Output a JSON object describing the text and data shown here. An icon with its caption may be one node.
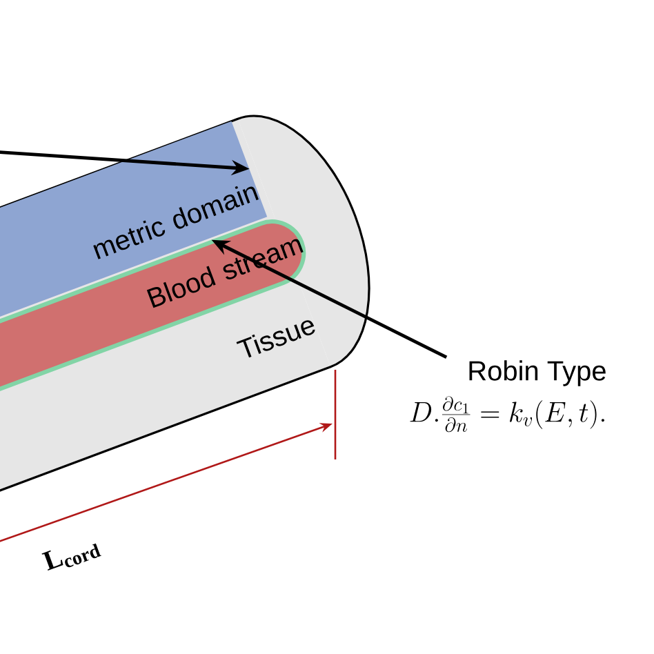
{
  "diagram": {
    "nodes": [
      {
        "text": [
          "Tissue"
        ]
      },
      {
        "text": [
          "metric domain"
        ],
        "in": 0
      },
      {
        "text": [
          "Blood stream"
        ],
        "in": 0
      },
      {
        "text": [
          "Robin Type",
          "D.\\frac{\\partial c_1}{\\partial n} = k_v(E,t)."
        ]
      }
    ],
    "edges": [
      {
        "from": null,
        "to": 1,
        "arrow": "to"
      },
      {
        "from": 3,
        "to": 2,
        "arrow": "to"
      }
    ],
    "labels": [
      "L$_{cord}$"
    ]
  }
}
